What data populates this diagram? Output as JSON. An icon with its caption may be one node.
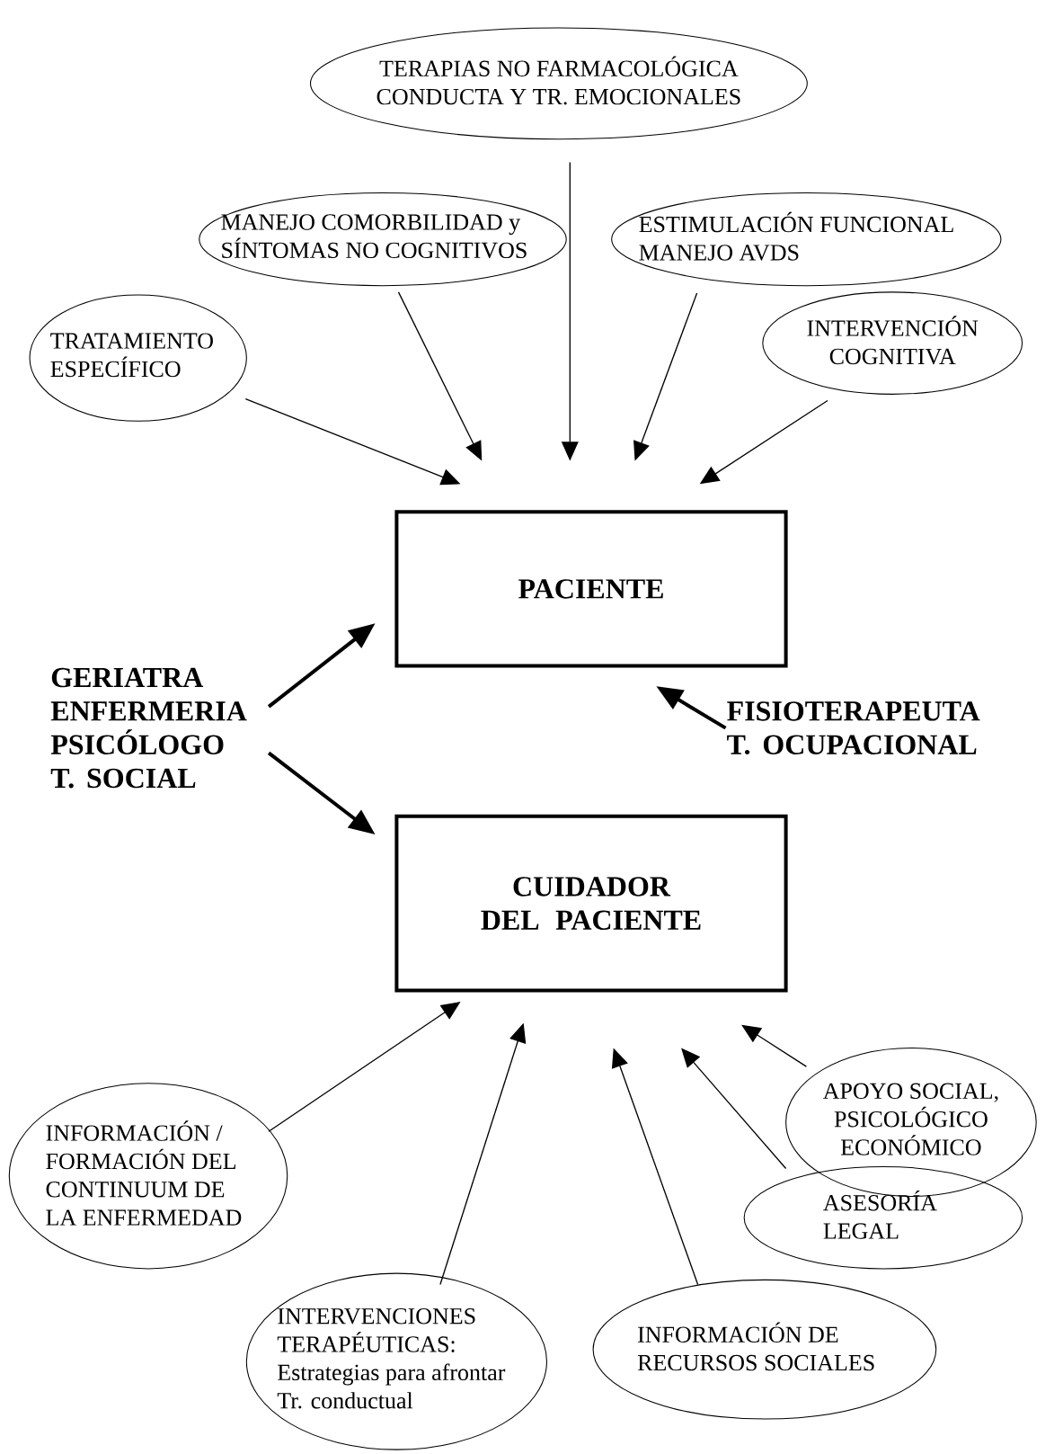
{
  "diagram": {
    "nodes": [
      {
        "text": [
          "TERAPIAS NO FARMACOLÓGICA CONDUCTA Y TR. EMOCIONALES"
        ]
      },
      {
        "text": [
          "MANEJO COMORBILIDAD y SÍNTOMAS NO COGNITIVOS"
        ]
      },
      {
        "text": [
          "ESTIMULACIÓN FUNCIONAL MANEJO AVDS"
        ]
      },
      {
        "text": [
          "TRATAMIENTO ESPECÍFICO"
        ]
      },
      {
        "text": [
          "INTERVENCIÓN COGNITIVA"
        ]
      },
      {
        "text": [
          "PACIENTE"
        ]
      },
      {
        "text": [
          "GERIATRA ENFERMERIA PSICÓLOGO T. SOCIAL"
        ]
      },
      {
        "text": [
          "FISIOTERAPEUTA T. OCUPACIONAL"
        ]
      },
      {
        "text": [
          "CUIDADOR DEL PACIENTE"
        ]
      },
      {
        "text": [
          "INFORMACIÓN / FORMACIÓN DEL CONTINUUM DE LA ENFERMEDAD"
        ]
      },
      {
        "text": [
          "APOYO SOCIAL, PSICOLÓGICO ECONÓMICO"
        ]
      },
      {
        "text": [
          "ASESORÍA LEGAL"
        ]
      },
      {
        "text": [
          "INTERVENCIONES TERAPÉUTICAS: Estrategias para afrontar Tr. conductual"
        ]
      },
      {
        "text": [
          "INFORMACIÓN DE RECURSOS SOCIALES"
        ]
      }
    ],
    "edges": [
      {
        "from": 0,
        "to": 5,
        "arrow": "to"
      },
      {
        "from": 1,
        "to": 5,
        "arrow": "to"
      },
      {
        "from": 2,
        "to": 5,
        "arrow": "to"
      },
      {
        "from": 3,
        "to": 5,
        "arrow": "to"
      },
      {
        "from": 4,
        "to": 5,
        "arrow": "to"
      },
      {
        "from": 6,
        "to": 5,
        "arrow": "to",
        "style": "thick"
      },
      {
        "from": 6,
        "to": 8,
        "arrow": "to",
        "style": "thick"
      },
      {
        "from": 7,
        "to": 5,
        "arrow": "to",
        "style": "thick"
      },
      {
        "from": 9,
        "to": 8,
        "arrow": "to"
      },
      {
        "from": 12,
        "to": 8,
        "arrow": "to"
      },
      {
        "from": 13,
        "to": 8,
        "arrow": "to"
      },
      {
        "from": 11,
        "to": 8,
        "arrow": "to"
      },
      {
        "from": 10,
        "to": 8,
        "arrow": "to"
      }
    ]
  }
}
